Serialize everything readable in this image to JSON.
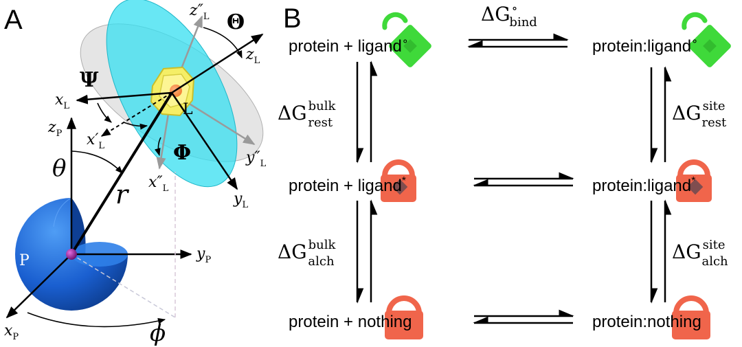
{
  "panel_a": {
    "panel_label": "A",
    "labels": {
      "z_L_dd": "z″",
      "z_L_dd_sub": "L",
      "Theta": "Θ",
      "z_L": "z",
      "z_L_sub": "L",
      "Psi": "Ψ",
      "x_L": "x",
      "x_L_sub": "L",
      "L_center": "L",
      "z_P": "z",
      "z_P_sub": "P",
      "x_L_prime": "x′",
      "x_L_prime_sub": "L",
      "theta": "θ",
      "Phi": "Φ",
      "y_L_dd": "y″",
      "y_L_dd_sub": "L",
      "r": "r",
      "x_L_dd": "x″",
      "x_L_dd_sub": "L",
      "y_L": "y",
      "y_L_sub": "L",
      "P": "P",
      "y_P": "y",
      "y_P_sub": "P",
      "x_P": "x",
      "x_P_sub": "P",
      "phi": "ϕ"
    }
  },
  "panel_b": {
    "panel_label": "B",
    "states": {
      "top_left": "protein + ligand",
      "top_left_sup": "∘",
      "top_right": "protein:ligand",
      "top_right_sup": "∘",
      "mid_left": "protein + ligand",
      "mid_left_sup": "*",
      "mid_right": "protein:ligand",
      "mid_right_sup": "*",
      "bottom_left": "protein + nothing",
      "bottom_right": "protein:nothing"
    },
    "energies": {
      "bind": {
        "delta": "ΔG",
        "sup": "∘",
        "sub": "bind"
      },
      "rest_bulk": {
        "delta": "ΔG",
        "sup": "bulk",
        "sub": "rest"
      },
      "rest_site": {
        "delta": "ΔG",
        "sup": "site",
        "sub": "rest"
      },
      "alch_bulk": {
        "delta": "ΔG",
        "sup": "bulk",
        "sub": "alch"
      },
      "alch_site": {
        "delta": "ΔG",
        "sup": "site",
        "sub": "alch"
      }
    },
    "colors": {
      "unlocked": "#3fd93a",
      "locked": "#f0654b",
      "lock_diamond": "#5a4650",
      "arrow": "#000000"
    }
  },
  "colors": {
    "ligand_disc": "#35dff0",
    "gray_disc": "#c8c8c8",
    "protein_sphere": "#1a5fd0",
    "ligand_core": "#f5ee66",
    "anchor": "#9a0f9a"
  }
}
